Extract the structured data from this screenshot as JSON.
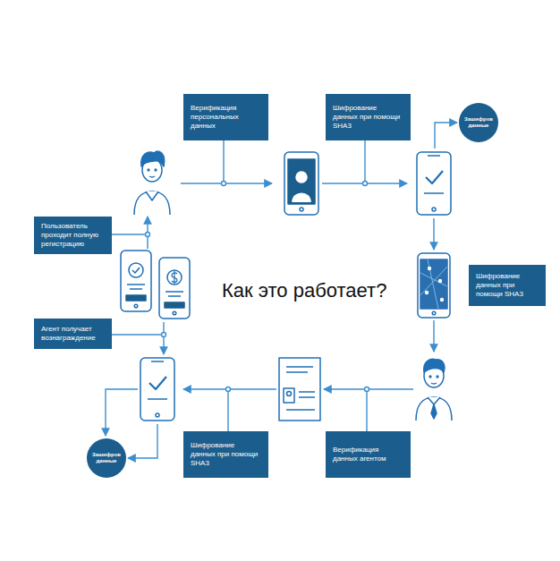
{
  "diagram": {
    "title": "Как это работает?",
    "nodes": [
      {
        "text": [
          "Верификация персональных данных"
        ]
      },
      {
        "text": [
          "Шифрование данных при помощи SHA3"
        ]
      },
      {
        "text": [
          "Зашифров данные"
        ]
      },
      {
        "text": [
          "Пользователь проходит полную регистрацию"
        ]
      },
      {
        "text": [
          "Шифрование данных при помощи SHA3"
        ]
      },
      {
        "text": [
          "Агент получает вознаграждение"
        ]
      },
      {
        "text": [
          "Шифрование данных при помощи SHA3"
        ]
      },
      {
        "text": [
          "Верификация данных агентом"
        ]
      },
      {
        "text": [
          "Зашифров данные"
        ]
      }
    ]
  }
}
